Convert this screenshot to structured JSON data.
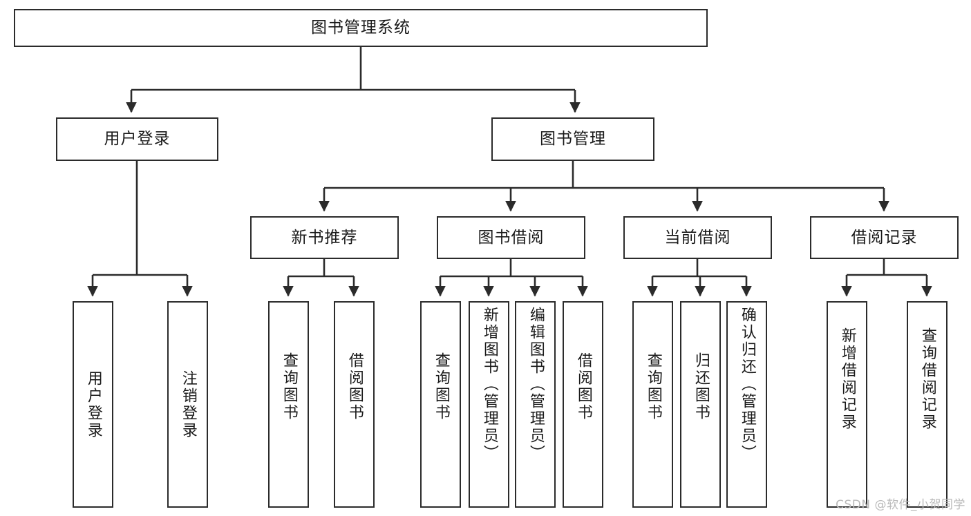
{
  "diagram": {
    "type": "tree",
    "title": "图书管理系统",
    "colors": {
      "box_border": "#2b2b2b",
      "box_fill": "#ffffff",
      "connector": "#2b2b2b",
      "text": "#1a1a1a",
      "watermark": "#b9b9b9",
      "background": "#ffffff"
    },
    "root": {
      "label": "图书管理系统"
    },
    "level2": [
      {
        "label": "用户登录"
      },
      {
        "label": "图书管理"
      }
    ],
    "level3": [
      {
        "label": "新书推荐"
      },
      {
        "label": "图书借阅"
      },
      {
        "label": "当前借阅"
      },
      {
        "label": "借阅记录"
      }
    ],
    "leaves": {
      "user_login": [
        {
          "label": "用户登录"
        },
        {
          "label": "注销登录"
        }
      ],
      "new_book_recommend": [
        {
          "label": "查询图书"
        },
        {
          "label": "借阅图书"
        }
      ],
      "book_borrow": [
        {
          "label": "查询图书"
        },
        {
          "label": "新增图书（管理员）"
        },
        {
          "label": "编辑图书（管理员）"
        },
        {
          "label": "借阅图书"
        }
      ],
      "current_borrow": [
        {
          "label": "查询图书"
        },
        {
          "label": "归还图书"
        },
        {
          "label": "确认归还（管理员）"
        }
      ],
      "borrow_record": [
        {
          "label": "新增借阅记录"
        },
        {
          "label": "查询借阅记录"
        }
      ]
    }
  },
  "watermark": {
    "text": "CSDN @软件_小贺同学"
  }
}
